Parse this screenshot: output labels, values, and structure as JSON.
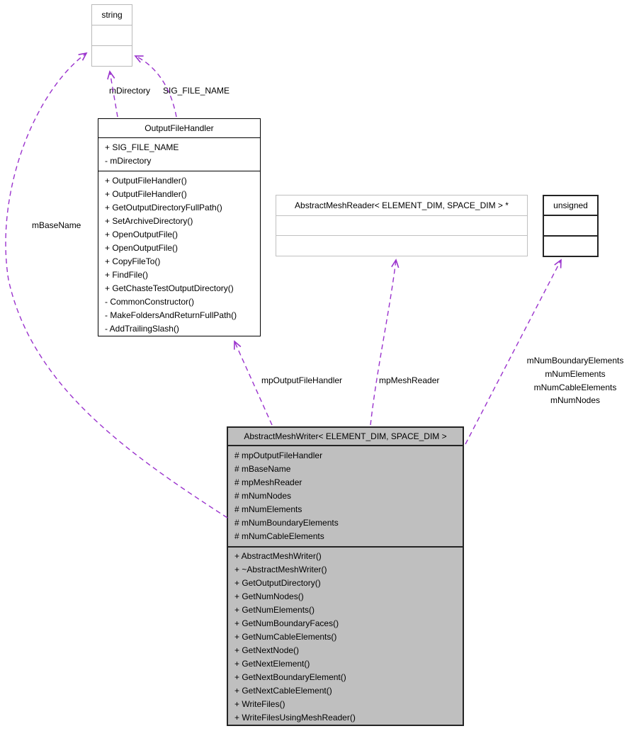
{
  "diagram": {
    "type": "uml-collaboration-diagram",
    "colors": {
      "arrow": "#9a32cd",
      "writer_fill": "#bfbfbf",
      "box_background": "#ffffff",
      "light_border": "#b9b9b9",
      "dark_border": "#242424"
    },
    "boxes": {
      "string_class": {
        "title": "string"
      },
      "output_file_handler": {
        "title": "OutputFileHandler",
        "attributes": [
          "+ SIG_FILE_NAME",
          "- mDirectory"
        ],
        "methods": [
          "+ OutputFileHandler()",
          "+ OutputFileHandler()",
          "+ GetOutputDirectoryFullPath()",
          "+ SetArchiveDirectory()",
          "+ OpenOutputFile()",
          "+ OpenOutputFile()",
          "+ CopyFileTo()",
          "+ FindFile()",
          "+ GetChasteTestOutputDirectory()",
          "- CommonConstructor()",
          "- MakeFoldersAndReturnFullPath()",
          "- AddTrailingSlash()"
        ]
      },
      "abstract_mesh_reader": {
        "title": "AbstractMeshReader< ELEMENT_DIM, SPACE_DIM > *"
      },
      "unsigned_class": {
        "title": "unsigned"
      },
      "abstract_mesh_writer": {
        "title": "AbstractMeshWriter< ELEMENT_DIM, SPACE_DIM >",
        "attributes": [
          "# mpOutputFileHandler",
          "# mBaseName",
          "# mpMeshReader",
          "# mNumNodes",
          "# mNumElements",
          "# mNumBoundaryElements",
          "# mNumCableElements"
        ],
        "methods": [
          "+ AbstractMeshWriter()",
          "+ ~AbstractMeshWriter()",
          "+ GetOutputDirectory()",
          "+ GetNumNodes()",
          "+ GetNumElements()",
          "+ GetNumBoundaryFaces()",
          "+ GetNumCableElements()",
          "+ GetNextNode()",
          "+ GetNextElement()",
          "+ GetNextBoundaryElement()",
          "+ GetNextCableElement()",
          "+ WriteFiles()",
          "+ WriteFilesUsingMeshReader()"
        ]
      }
    },
    "edge_labels": {
      "m_directory": "mDirectory",
      "sig_file_name": "SIG_FILE_NAME",
      "m_base_name": "mBaseName",
      "mp_output_file_handler": "mpOutputFileHandler",
      "mp_mesh_reader": "mpMeshReader",
      "m_num_lines": [
        "mNumBoundaryElements",
        "mNumElements",
        "mNumCableElements",
        "mNumNodes"
      ]
    }
  }
}
